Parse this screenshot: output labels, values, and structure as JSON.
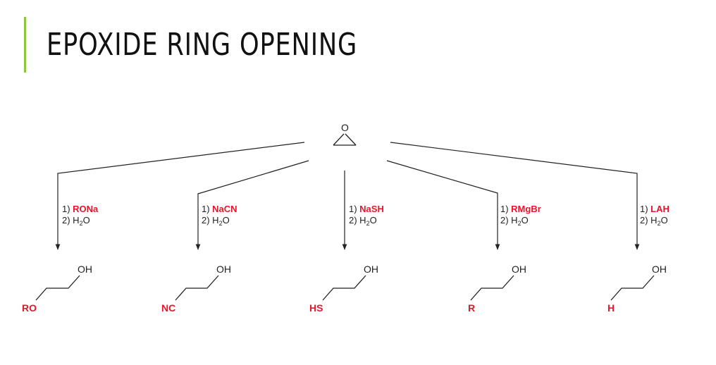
{
  "slide": {
    "title": "EPOXIDE RING OPENING"
  },
  "epoxide": {
    "atom": "O"
  },
  "branches": [
    {
      "reagent_step1_prefix": "1) ",
      "reagent_step1": "RONa",
      "step2_prefix": "2) H",
      "step2_sub": "2",
      "step2_suffix": "O",
      "product_oh": "OH",
      "product_nucleophile": "RO"
    },
    {
      "reagent_step1_prefix": "1) ",
      "reagent_step1": "NaCN",
      "step2_prefix": "2) H",
      "step2_sub": "2",
      "step2_suffix": "O",
      "product_oh": "OH",
      "product_nucleophile": "NC"
    },
    {
      "reagent_step1_prefix": "1) ",
      "reagent_step1": "NaSH",
      "step2_prefix": "2) H",
      "step2_sub": "2",
      "step2_suffix": "O",
      "product_oh": "OH",
      "product_nucleophile": "HS"
    },
    {
      "reagent_step1_prefix": "1) ",
      "reagent_step1": "RMgBr",
      "step2_prefix": "2) H",
      "step2_sub": "2",
      "step2_suffix": "O",
      "product_oh": "OH",
      "product_nucleophile": "R"
    },
    {
      "reagent_step1_prefix": "1) ",
      "reagent_step1": "LAH",
      "step2_prefix": "2) H",
      "step2_sub": "2",
      "step2_suffix": "O",
      "product_oh": "OH",
      "product_nucleophile": "H"
    }
  ],
  "colors": {
    "accent": "#8dc63f",
    "reagent_highlight": "#e8152b",
    "line": "#222222"
  }
}
